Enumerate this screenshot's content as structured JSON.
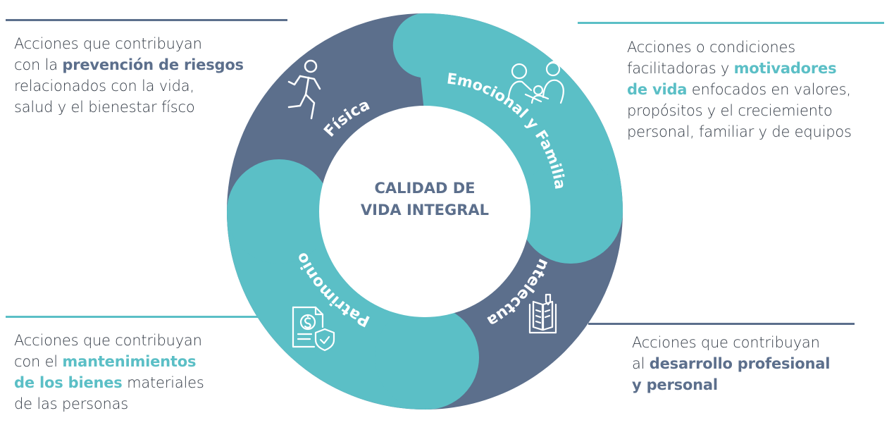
{
  "center": {
    "line1": "CALIDAD DE",
    "line2": "VIDA INTEGRAL"
  },
  "segments": {
    "fisica": "Física",
    "emocional": "Emocional y Familia",
    "intelectual": "Intelectual",
    "patrimonio": "Patrimonio"
  },
  "icons": {
    "fisica": "running-person-icon",
    "emocional": "family-icon",
    "intelectual": "book-icon",
    "patrimonio": "financial-document-shield-icon"
  },
  "blocks": {
    "fisica": {
      "line1": "Acciones que contribuyan",
      "pre": "con la ",
      "highlight": "prevención de riesgos",
      "line3": "relacionados con la vida,",
      "line4": "salud y el bienestar físco"
    },
    "emocional": {
      "line1": "Acciones o condiciones",
      "pre": "facilitadoras y ",
      "highlight1": "motivadores",
      "highlight2": "de vida",
      "post": " enfocados en valores,",
      "line4": "propósitos y el creciemiento",
      "line5": "personal, familiar y de equipos"
    },
    "patrimonio": {
      "line1": "Acciones que contribuyan",
      "pre": "con el ",
      "highlight1": "mantenimientos",
      "highlight2": "de los bienes",
      "post": " materiales",
      "line4": "de las personas"
    },
    "intelectual": {
      "line1": "Acciones que contribuyan",
      "pre": "al ",
      "highlight1": "desarrollo profesional",
      "highlight2": "y personal"
    }
  },
  "colors": {
    "dark": "#5c6f8c",
    "teal": "#5bbfc6",
    "text": "#333b46"
  }
}
